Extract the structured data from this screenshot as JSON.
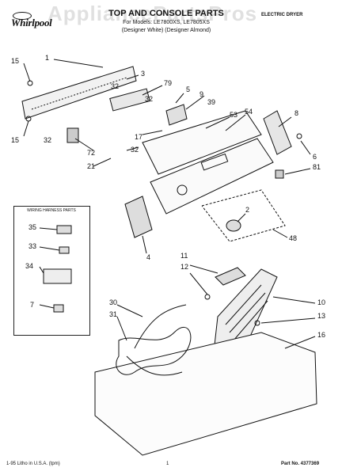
{
  "header": {
    "brand": "Whirlpool",
    "title": "TOP AND CONSOLE PARTS",
    "model_line": "For Models: LE7800XS, LE7805XS",
    "color_line": "(Designer White)   (Designer Almond)",
    "doc_type": "ELECTRIC DRYER",
    "watermark": "AppliancePartsPros"
  },
  "legend": {
    "title": "WIRING HARNESS PARTS"
  },
  "callouts": {
    "c15a": "15",
    "c15b": "15",
    "c1": "1",
    "c3": "3",
    "c79": "79",
    "c32a": "32",
    "c32b": "32",
    "c32c": "32",
    "c32d": "32",
    "c5": "5",
    "c9": "9",
    "c39": "39",
    "c53": "53",
    "c54": "54",
    "c8": "8",
    "c6": "6",
    "c81": "81",
    "c17": "17",
    "c72": "72",
    "c21": "21",
    "c2": "2",
    "c48": "48",
    "c4": "4",
    "c35": "35",
    "c33": "33",
    "c34": "34",
    "c7": "7",
    "c11": "11",
    "c12": "12",
    "c10": "10",
    "c13": "13",
    "c30": "30",
    "c31": "31",
    "c16": "16"
  },
  "footer": {
    "printed": "1-95 Litho in U.S.A. (tpm)",
    "page": "1",
    "part_no": "Part No. 4377369"
  }
}
